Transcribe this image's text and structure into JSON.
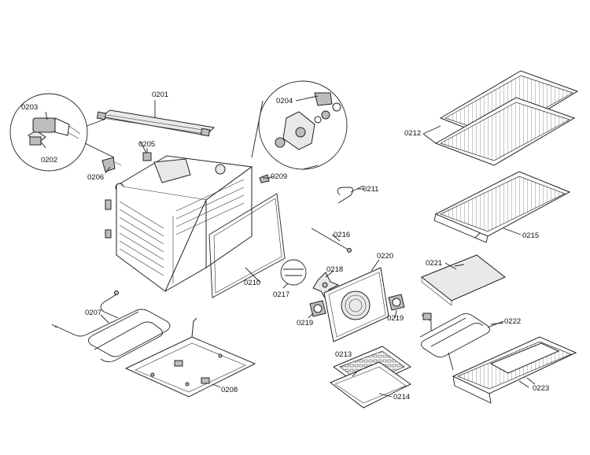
{
  "labels": {
    "p0201": "0201",
    "p0202": "0202",
    "p0203": "0203",
    "p0204": "0204",
    "p0205": "0205",
    "p0206": "0206",
    "p0207": "0207",
    "p0208": "0208",
    "p0209": "0209",
    "p0210": "0210",
    "p0211": "0211",
    "p0212": "0212",
    "p0213": "0213",
    "p0214": "0214",
    "p0215": "0215",
    "p0216": "0216",
    "p0217": "0217",
    "p0218": "0218",
    "p0219a": "0219",
    "p0219b": "0219",
    "p0220": "0220",
    "p0221": "0221",
    "p0222": "0222",
    "p0223": "0223"
  }
}
